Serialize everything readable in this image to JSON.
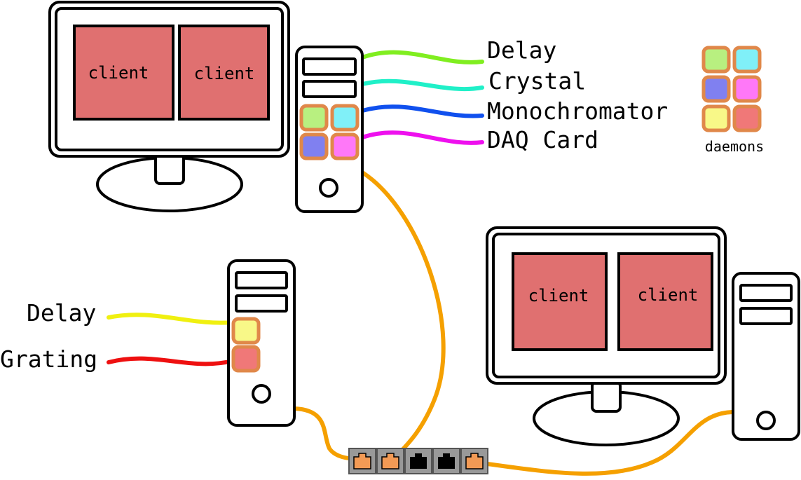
{
  "clients": {
    "monitor1_left": "client",
    "monitor1_right": "client",
    "monitor2_left": "client",
    "monitor2_right": "client"
  },
  "devices_top": {
    "delay": "Delay",
    "crystal": "Crystal",
    "monochromator": "Monochromator",
    "daq_card": "DAQ Card"
  },
  "devices_left": {
    "delay": "Delay",
    "grating": "Grating"
  },
  "legend": {
    "label": "daemons"
  },
  "colors": {
    "client": "#e07070",
    "daemon_border": "#e0884a",
    "cable_network": "#f5a000",
    "cable_delay_top": "#80ee20",
    "cable_crystal": "#20f0c8",
    "cable_monochromator": "#1050ee",
    "cable_daq": "#ee10ee",
    "cable_delay_left": "#f0f010",
    "cable_grating": "#ee1010",
    "daemon_green": "#b8f080",
    "daemon_cyan": "#80f0f8",
    "daemon_blue": "#8080f0",
    "daemon_pink": "#ff78f8",
    "daemon_yellow": "#f8f888",
    "daemon_red": "#f07878"
  }
}
